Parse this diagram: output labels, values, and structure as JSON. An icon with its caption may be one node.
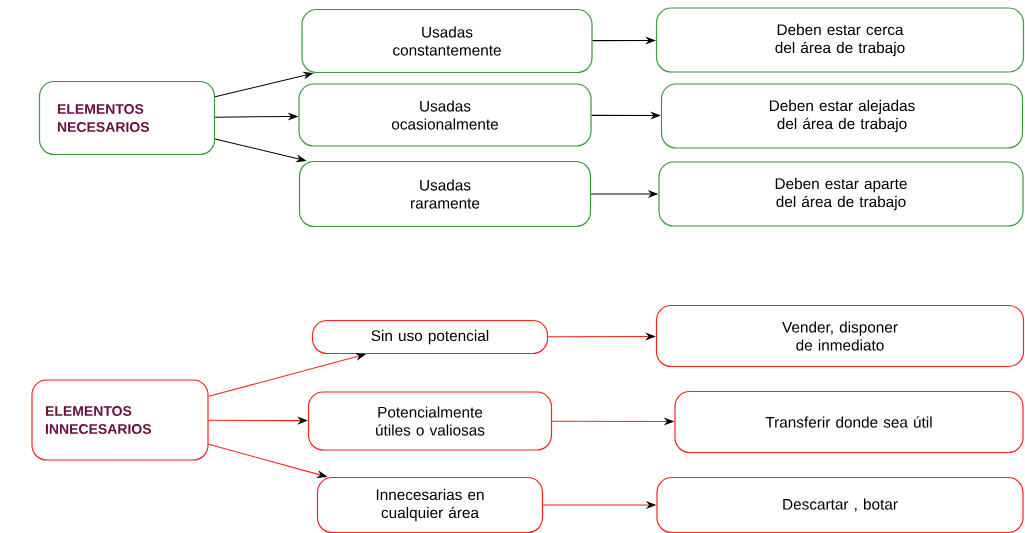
{
  "diagram": {
    "nodes": [
      {
        "text": [
          "ELEMENTOS NECESARIOS"
        ]
      },
      {
        "text": [
          "Usadas constantemente"
        ]
      },
      {
        "text": [
          "Deben estar cerca del área de trabajo"
        ]
      },
      {
        "text": [
          "Usadas ocasionalmente"
        ]
      },
      {
        "text": [
          "Deben estar alejadas del área de trabajo"
        ]
      },
      {
        "text": [
          "Usadas raramente"
        ]
      },
      {
        "text": [
          "Deben estar aparte del área de trabajo"
        ]
      },
      {
        "text": [
          "ELEMENTOS INNECESARIOS"
        ]
      },
      {
        "text": [
          "Sin uso potencial"
        ]
      },
      {
        "text": [
          "Vender, disponer de inmediato"
        ]
      },
      {
        "text": [
          "Potencialmente útiles o valiosas"
        ]
      },
      {
        "text": [
          "Transferir donde sea útil"
        ]
      },
      {
        "text": [
          "Innecesarias en cualquier área"
        ]
      },
      {
        "text": [
          "Descartar , botar"
        ]
      }
    ],
    "edges": [
      {
        "from": 0,
        "to": 1,
        "arrow": "to"
      },
      {
        "from": 0,
        "to": 3,
        "arrow": "to"
      },
      {
        "from": 0,
        "to": 5,
        "arrow": "to"
      },
      {
        "from": 1,
        "to": 2,
        "arrow": "to"
      },
      {
        "from": 3,
        "to": 4,
        "arrow": "to"
      },
      {
        "from": 5,
        "to": 6,
        "arrow": "to"
      },
      {
        "from": 7,
        "to": 8,
        "arrow": "to",
        "color": "#ff2020"
      },
      {
        "from": 7,
        "to": 10,
        "arrow": "to",
        "color": "#ff2020"
      },
      {
        "from": 7,
        "to": 12,
        "arrow": "to",
        "color": "#ff2020"
      },
      {
        "from": 8,
        "to": 9,
        "arrow": "to",
        "color": "#ff2020"
      },
      {
        "from": 10,
        "to": 11,
        "arrow": "to",
        "color": "#ff2020"
      },
      {
        "from": 12,
        "to": 13,
        "arrow": "to",
        "color": "#ff2020"
      }
    ]
  }
}
